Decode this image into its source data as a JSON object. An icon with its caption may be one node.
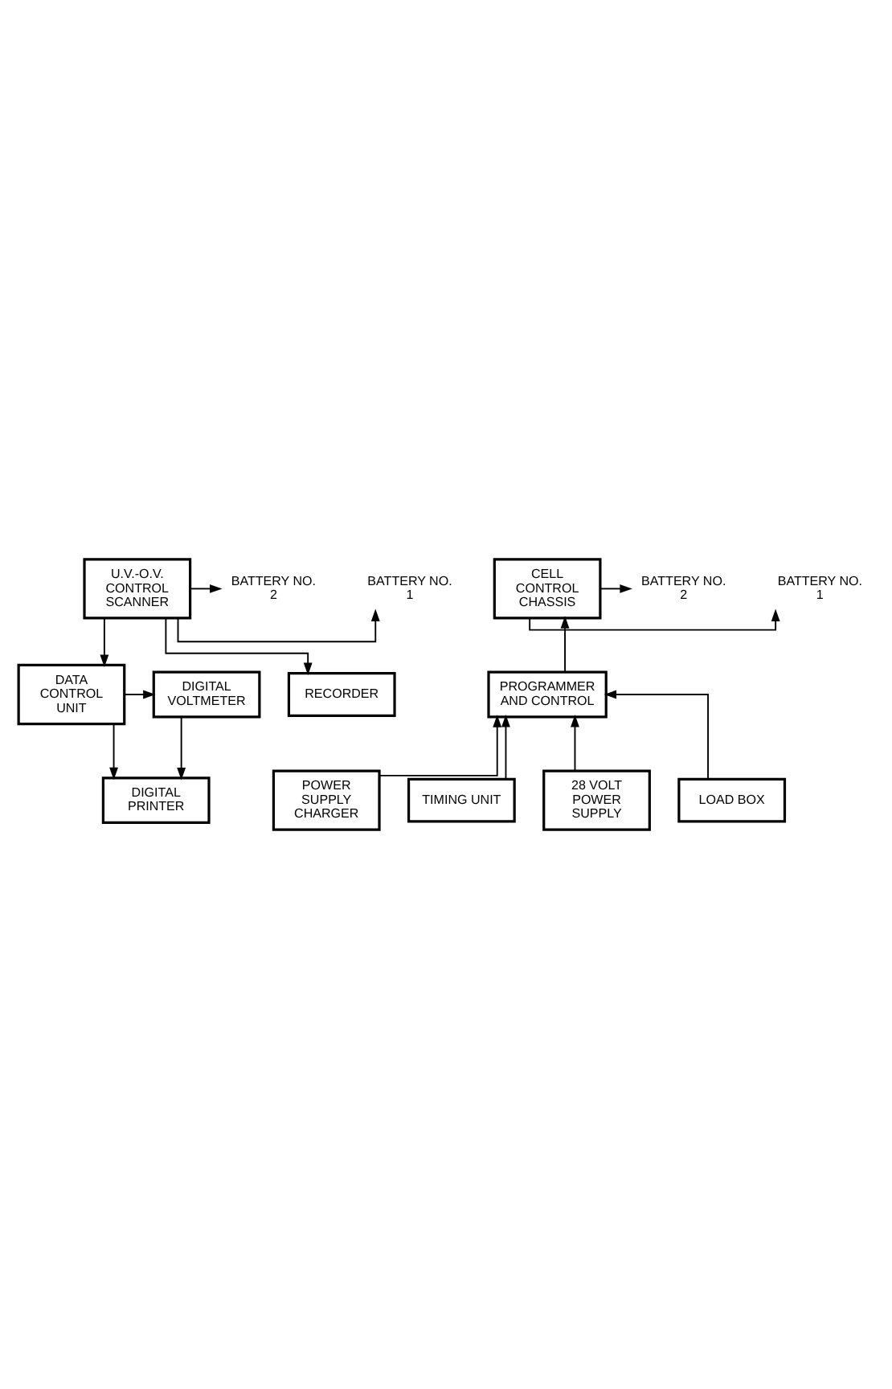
{
  "diagram": {
    "nodes": [
      {
        "text": [
          "U.V.-O.V. CONTROL SCANNER"
        ]
      },
      {
        "text": [
          "BATTERY NO. 1"
        ]
      },
      {
        "text": [
          "BATTERY NO. 2"
        ]
      },
      {
        "text": [
          "DATA CONTROL UNIT"
        ]
      },
      {
        "text": [
          "DIGITAL VOLTMETER"
        ]
      },
      {
        "text": [
          "RECORDER"
        ]
      },
      {
        "text": [
          "DIGITAL PRINTER"
        ]
      },
      {
        "text": [
          "CELL CONTROL CHASSIS"
        ]
      },
      {
        "text": [
          "BATTERY NO. 1"
        ]
      },
      {
        "text": [
          "BATTERY NO. 2"
        ]
      },
      {
        "text": [
          "PROGRAMMER AND CONTROL"
        ]
      },
      {
        "text": [
          "POWER SUPPLY CHARGER"
        ]
      },
      {
        "text": [
          "TIMING UNIT"
        ]
      },
      {
        "text": [
          "28 VOLT POWER SUPPLY"
        ]
      },
      {
        "text": [
          "LOAD BOX"
        ]
      }
    ],
    "edges": [
      {
        "from": 0,
        "to": 1,
        "arrow": "to"
      },
      {
        "from": 0,
        "to": 2,
        "arrow": "to"
      },
      {
        "from": 0,
        "to": 3,
        "arrow": "to"
      },
      {
        "from": 0,
        "to": 5,
        "arrow": "to"
      },
      {
        "from": 3,
        "to": 4,
        "arrow": "to"
      },
      {
        "from": 4,
        "to": 6,
        "arrow": "to"
      },
      {
        "from": 3,
        "to": 6,
        "arrow": "to"
      },
      {
        "from": 7,
        "to": 8,
        "arrow": "to"
      },
      {
        "from": 7,
        "to": 9,
        "arrow": "to"
      },
      {
        "from": 10,
        "to": 7,
        "arrow": "to"
      },
      {
        "from": 11,
        "to": 10,
        "arrow": "to"
      },
      {
        "from": 12,
        "to": 10,
        "arrow": "to"
      },
      {
        "from": 13,
        "to": 10,
        "arrow": "to"
      },
      {
        "from": 14,
        "to": 10,
        "arrow": "to"
      }
    ]
  }
}
